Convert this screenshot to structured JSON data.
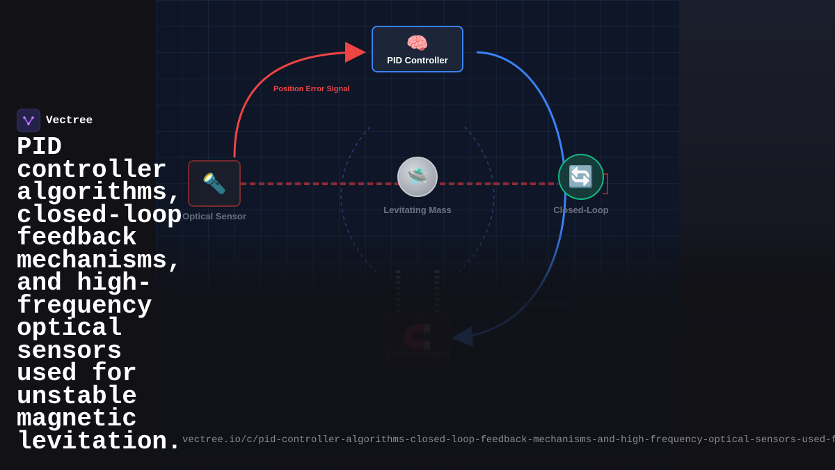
{
  "brand": {
    "name": "Vectree",
    "logo_icon": "vectree-logo-icon",
    "accent": "#a855f7"
  },
  "headline": "PID controller algorithms, closed-loop feedback mechanisms, and high-frequency optical sensors used for unstable magnetic levitation.",
  "url": "vectree.io/c/pid-controller-algorithms-closed-loop-feedback-mechanisms-and-high-frequency-optical-sensors-used-f",
  "diagram": {
    "nodes": {
      "pid": {
        "label": "PID Controller",
        "icon": "🧠",
        "border": "#3b82f6"
      },
      "sensor": {
        "label": "Optical Sensor",
        "icon": "🔦",
        "border": "#7a2a2f"
      },
      "mass": {
        "label": "Levitating Mass",
        "icon": "🛸"
      },
      "loop": {
        "label": "Closed-Loop",
        "icon": "🔄",
        "border": "#10b981"
      },
      "magnet": {
        "label": "Electromagnet",
        "icon": "🧲"
      }
    },
    "edges": {
      "error_signal": {
        "label": "Position Error Signal",
        "color": "#ef4444"
      },
      "current_output": {
        "label": "Current Output",
        "color": "#3b82f6"
      },
      "beam": {
        "color": "#c03a3a"
      }
    }
  }
}
